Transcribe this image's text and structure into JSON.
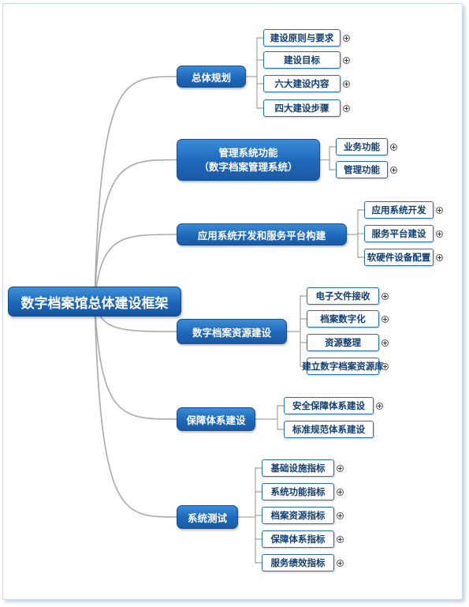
{
  "root": "数字档案馆总体建设框架",
  "branches": [
    {
      "label": [
        "总体规划"
      ],
      "children": [
        "建设原则与要求",
        "建设目标",
        "六大建设内容",
        "四大建设步骤"
      ]
    },
    {
      "label": [
        "管理系统功能",
        "（数字档案管理系统）"
      ],
      "children": [
        "业务功能",
        "管理功能"
      ]
    },
    {
      "label": [
        "应用系统开发和服务平台构建"
      ],
      "children": [
        "应用系统开发",
        "服务平台建设",
        "软硬件设备配置"
      ]
    },
    {
      "label": [
        "数字档案资源建设"
      ],
      "children": [
        "电子文件接收",
        "档案数字化",
        "资源整理",
        "建立数字档案资源库"
      ]
    },
    {
      "label": [
        "保障体系建设"
      ],
      "children": [
        "安全保障体系建设",
        "标准规范体系建设"
      ]
    },
    {
      "label": [
        "系统测试"
      ],
      "children": [
        "基础设施指标",
        "系统功能指标",
        "档案资源指标",
        "保障体系指标",
        "服务绩效指标"
      ]
    }
  ],
  "colors": {
    "line": "#a9a9a9",
    "accent": "#1f67b8",
    "leaf_border": "#2a6cb0",
    "leaf_text": "#0f3d73"
  }
}
